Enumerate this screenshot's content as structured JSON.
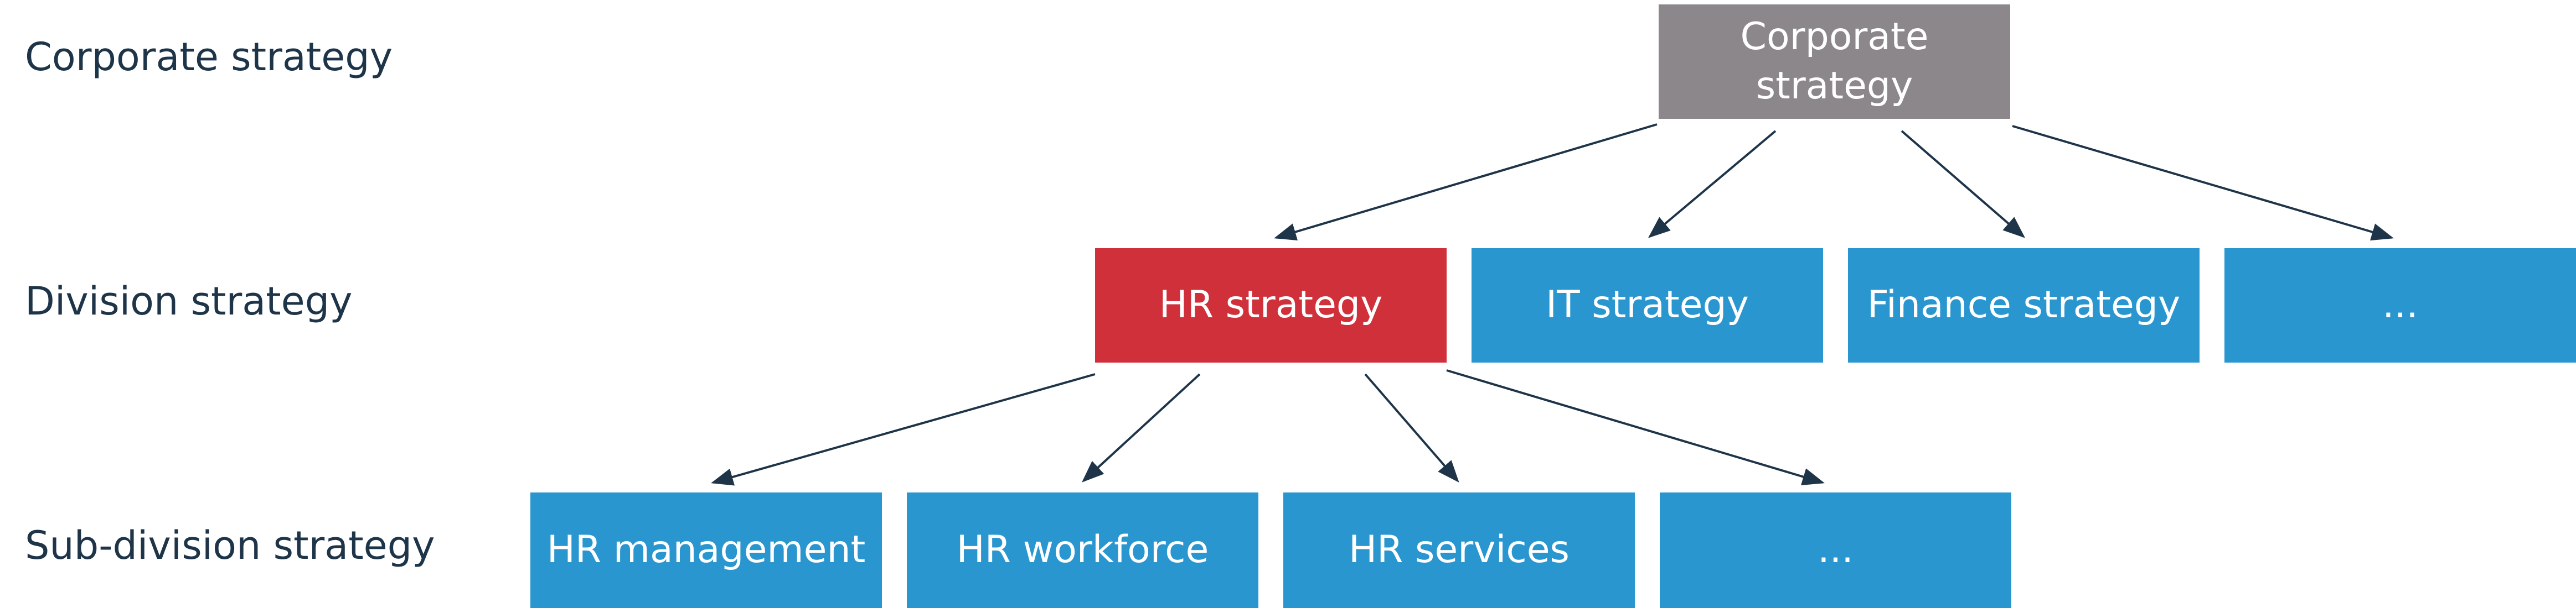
{
  "levels": {
    "corporate": "Corporate strategy",
    "division": "Division strategy",
    "subdivision": "Sub-division strategy"
  },
  "nodes": {
    "corporate": "Corporate strategy",
    "hr": "HR strategy",
    "it": "IT strategy",
    "finance": "Finance strategy",
    "division_more": "...",
    "hr_management": "HR management",
    "hr_workforce": "HR workforce",
    "hr_services": "HR services",
    "sub_more": "..."
  },
  "colors": {
    "corporate": "#8b878b",
    "highlight": "#d0303a",
    "default": "#2996d0",
    "arrow": "#1e3448",
    "label": "#1e3448"
  }
}
